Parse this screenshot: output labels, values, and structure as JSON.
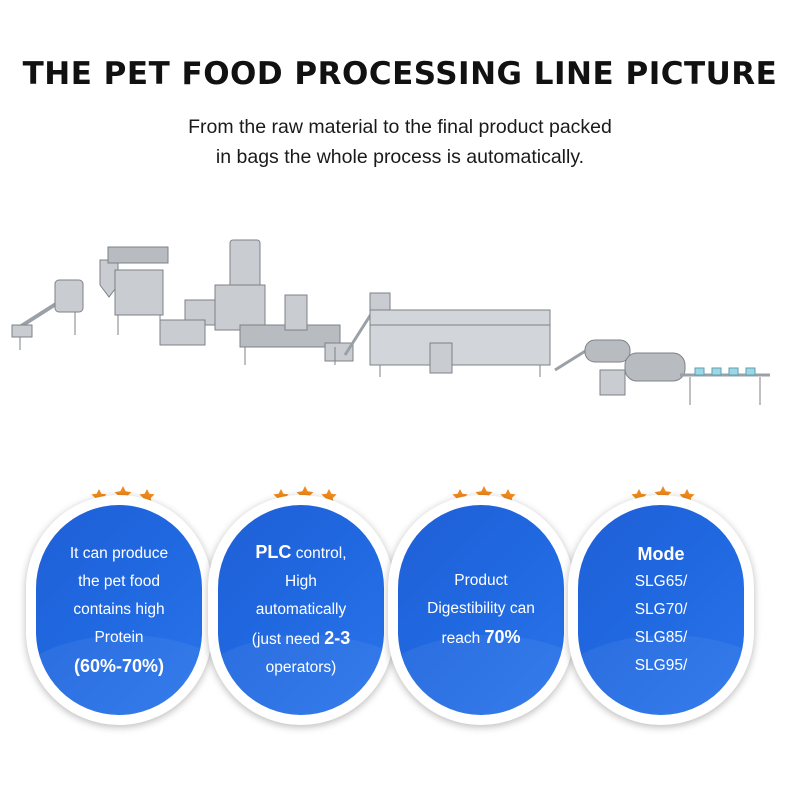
{
  "title": "THE PET FOOD PROCESSING LINE PICTURE",
  "subtitle": {
    "line1": "From the raw material to the final product packed",
    "line2": "in bags the whole process is automatically."
  },
  "colors": {
    "accent": "#2068e0",
    "star": "#f08a1c",
    "title": "#111111"
  },
  "cards": [
    {
      "star_count": 3,
      "line1": "It can produce",
      "line2": "the pet food",
      "line3": "contains high",
      "line4": "Protein",
      "line5": "(60%-70%)"
    },
    {
      "star_count": 3,
      "plc": "PLC",
      "control": " control,",
      "line2": "High",
      "line3": "automatically",
      "need_prefix": "(just need ",
      "need_value": "2-3",
      "line5": "operators)"
    },
    {
      "star_count": 3,
      "line1": "Product",
      "line2": "Digestibility can",
      "reach_prefix": "reach ",
      "reach_value": "70%"
    },
    {
      "star_count": 3,
      "heading": "Mode",
      "models": [
        "SLG65/",
        "SLG70/",
        "SLG85/",
        "SLG95/"
      ]
    }
  ]
}
